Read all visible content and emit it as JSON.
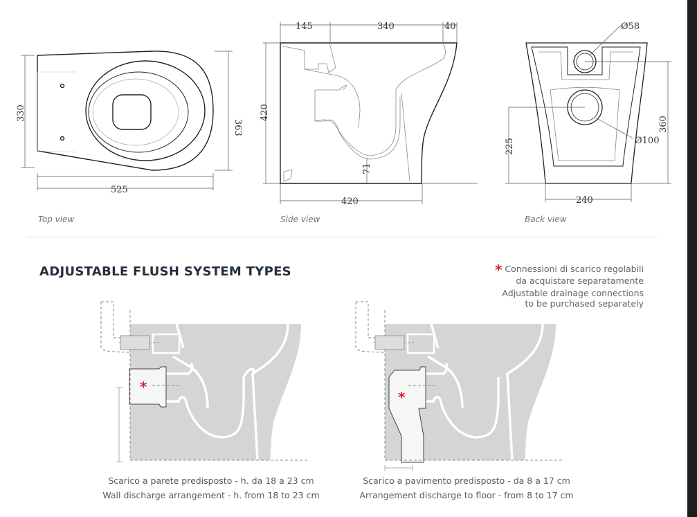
{
  "technical_views": {
    "top_view": {
      "caption": "Top view",
      "dims": {
        "width": "525",
        "left_height": "330",
        "right_height": "363"
      }
    },
    "side_view": {
      "caption": "Side view",
      "dims": {
        "top_a": "145",
        "top_b": "340",
        "top_c": "40",
        "height": "420",
        "trap_height": "71",
        "base": "420"
      }
    },
    "back_view": {
      "caption": "Back view",
      "dims": {
        "inlet": "Ø58",
        "outlet": "Ø100",
        "height": "360",
        "outlet_height": "225",
        "base": "240"
      }
    }
  },
  "section": {
    "title": "ADJUSTABLE FLUSH SYSTEM TYPES",
    "note_it_line1": "Connessioni di scarico regolabili",
    "note_it_line2": "da acquistare separatamente",
    "note_en_line1": "Adjustable drainage connections",
    "note_en_line2": "to be purchased separately",
    "asterisk": "*"
  },
  "types": [
    {
      "caption_it": "Scarico a parete predisposto - h. da 18 a 23 cm",
      "caption_en": "Wall discharge arrangement - h. from 18 to 23 cm"
    },
    {
      "caption_it": "Scarico a pavimento predisposto - da 8 a 17 cm",
      "caption_en": "Arrangement discharge to floor - from 8 to 17 cm"
    }
  ],
  "colors": {
    "accent": "#d6202a",
    "fill": "#d4d5d6",
    "line": "#222222"
  }
}
